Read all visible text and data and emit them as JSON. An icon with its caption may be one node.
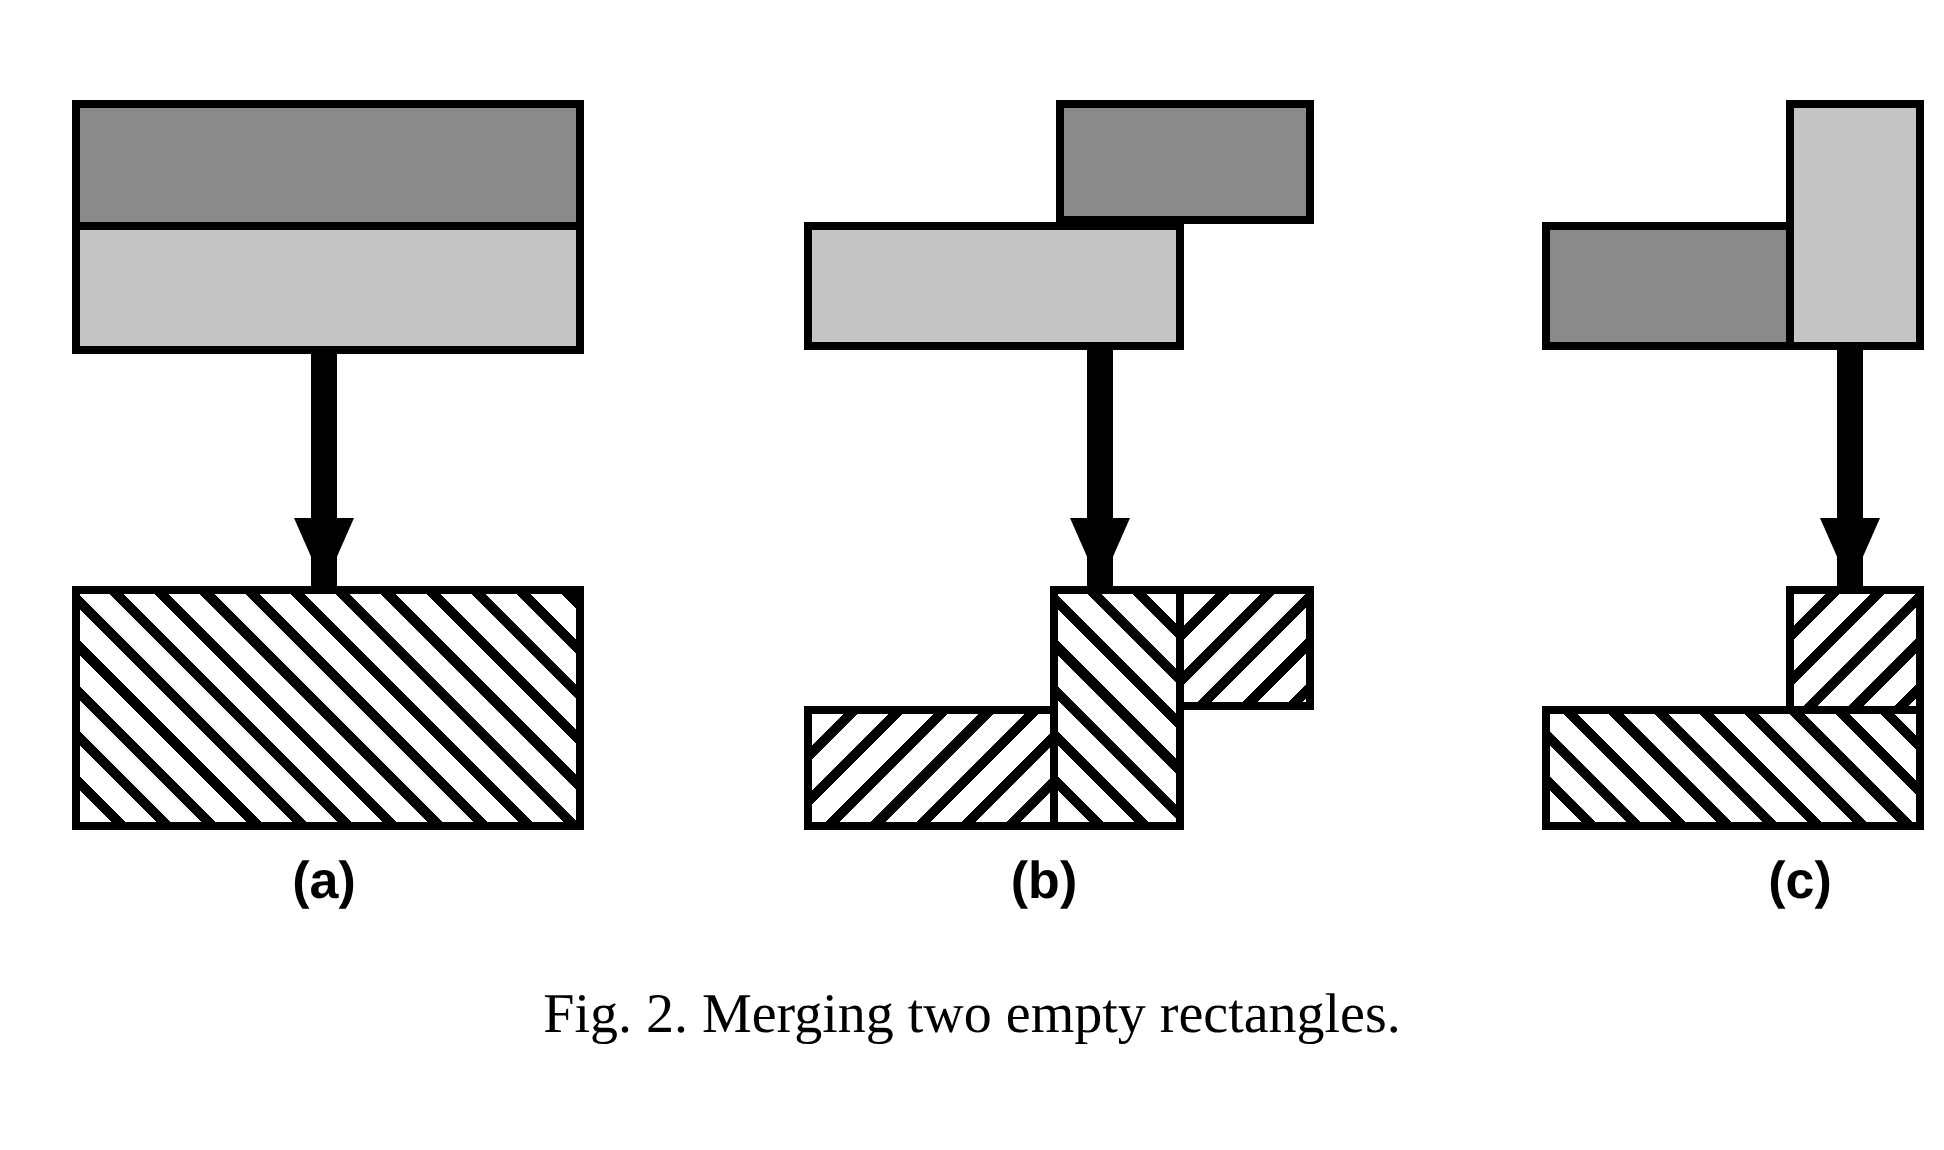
{
  "diagram": {
    "caption": "Fig. 2. Merging two empty rectangles.",
    "nodes": [
      {
        "text": [],
        "shape": "box"
      },
      {
        "text": [],
        "shape": "box"
      },
      {
        "text": [],
        "shape": "box"
      },
      {
        "text": [],
        "shape": "box"
      },
      {
        "text": [],
        "shape": "box"
      },
      {
        "text": [],
        "shape": "box"
      },
      {
        "text": [],
        "shape": "box"
      },
      {
        "text": [],
        "shape": "box"
      },
      {
        "text": [],
        "shape": "box"
      },
      {
        "text": [],
        "shape": "box"
      },
      {
        "text": [],
        "shape": "box"
      },
      {
        "text": [],
        "shape": "box"
      }
    ],
    "edges": [
      {
        "from": 1,
        "to": 2,
        "arrow": "to"
      },
      {
        "from": 4,
        "to": 6,
        "arrow": "to"
      },
      {
        "from": 9,
        "to": 10,
        "arrow": "to"
      }
    ],
    "labels": [
      "(a)",
      "(b)",
      "(c)"
    ]
  }
}
